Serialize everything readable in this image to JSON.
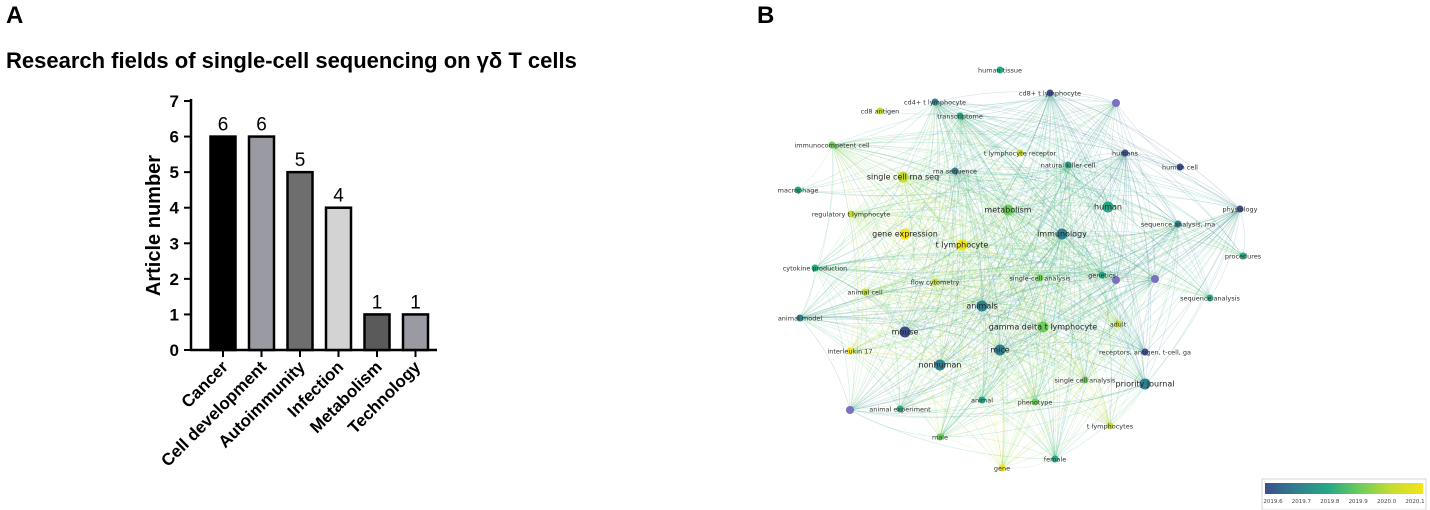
{
  "panels": {
    "a_label": "A",
    "b_label": "B"
  },
  "chart_data": [
    {
      "type": "bar",
      "title": "Research fields of single-cell sequencing on γδ T cells",
      "xlabel": "",
      "ylabel": "Article number",
      "ylim": [
        0,
        7
      ],
      "yticks": [
        "0",
        "1",
        "2",
        "3",
        "4",
        "5",
        "6",
        "7"
      ],
      "grid": false,
      "categories": [
        "Cancer",
        "Cell development",
        "Autoimmunity",
        "Infection",
        "Metabolism",
        "Technology"
      ],
      "values": [
        6,
        6,
        5,
        4,
        1,
        1
      ],
      "data_labels": [
        "6",
        "6",
        "5",
        "4",
        "1",
        "1"
      ],
      "colors": [
        "#000000",
        "#9a9aa2",
        "#6e6e6e",
        "#d3d3d3",
        "#5a5a5a",
        "#9a9aa2"
      ]
    },
    {
      "type": "network",
      "title": "",
      "colorbar": {
        "ticks": [
          "2019.6",
          "2019.7",
          "2019.8",
          "2019.9",
          "2020.0",
          "2020.1"
        ],
        "colors": [
          "#3b4f8c",
          "#2f7f8e",
          "#26a884",
          "#6dcc5b",
          "#c6dd2f",
          "#f4e21b"
        ]
      },
      "nodes": [
        {
          "label": "human tissue",
          "year": 2019.8
        },
        {
          "label": "cd8+ t lymphocyte",
          "year": 2019.6
        },
        {
          "label": "cd4+ t lymphocyte",
          "year": 2019.7
        },
        {
          "label": "cd8 antigen",
          "year": 2020.0
        },
        {
          "label": "transcriptome",
          "year": 2019.8
        },
        {
          "label": "immunocompetent cell",
          "year": 2019.9
        },
        {
          "label": "t lymphocyte receptor",
          "year": 2020.0
        },
        {
          "label": "natural killer cell",
          "year": 2019.8
        },
        {
          "label": "humans",
          "year": 2019.6
        },
        {
          "label": "human cell",
          "year": 2019.6
        },
        {
          "label": "rna sequence",
          "year": 2019.7
        },
        {
          "label": "single cell rna seq",
          "year": 2020.0
        },
        {
          "label": "macrophage",
          "year": 2019.8
        },
        {
          "label": "regulatory t lymphocyte",
          "year": 2020.0
        },
        {
          "label": "metabolism",
          "year": 2019.9
        },
        {
          "label": "human",
          "year": 2019.8
        },
        {
          "label": "physiology",
          "year": 2019.6
        },
        {
          "label": "sequence analysis, rna",
          "year": 2019.7
        },
        {
          "label": "gene expression",
          "year": 2020.1
        },
        {
          "label": "t lymphocyte",
          "year": 2020.1
        },
        {
          "label": "immunology",
          "year": 2019.7
        },
        {
          "label": "procedures",
          "year": 2019.8
        },
        {
          "label": "cytokine production",
          "year": 2019.8
        },
        {
          "label": "single-cell analysis",
          "year": 2019.9
        },
        {
          "label": "genetics",
          "year": 2019.8
        },
        {
          "label": "animal cell",
          "year": 2020.0
        },
        {
          "label": "flow cytometry",
          "year": 2020.0
        },
        {
          "label": "sequence analysis",
          "year": 2019.8
        },
        {
          "label": "animals",
          "year": 2019.7
        },
        {
          "label": "animal model",
          "year": 2019.7
        },
        {
          "label": "mouse",
          "year": 2019.6
        },
        {
          "label": "gamma delta t lymphocyte",
          "year": 2019.9
        },
        {
          "label": "adult",
          "year": 2020.0
        },
        {
          "label": "nonhuman",
          "year": 2019.7
        },
        {
          "label": "mice",
          "year": 2019.7
        },
        {
          "label": "interleukin 17",
          "year": 2020.1
        },
        {
          "label": "receptors, antigen, t-cell, ga",
          "year": 2019.6
        },
        {
          "label": "single cell analysis",
          "year": 2019.9
        },
        {
          "label": "priority journal",
          "year": 2019.7
        },
        {
          "label": "animal experiment",
          "year": 2019.8
        },
        {
          "label": "animal",
          "year": 2019.8
        },
        {
          "label": "phenotype",
          "year": 2019.9
        },
        {
          "label": "t lymphocytes",
          "year": 2020.0
        },
        {
          "label": "male",
          "year": 2019.9
        },
        {
          "label": "female",
          "year": 2019.8
        },
        {
          "label": "gene",
          "year": 2020.1
        }
      ]
    }
  ]
}
